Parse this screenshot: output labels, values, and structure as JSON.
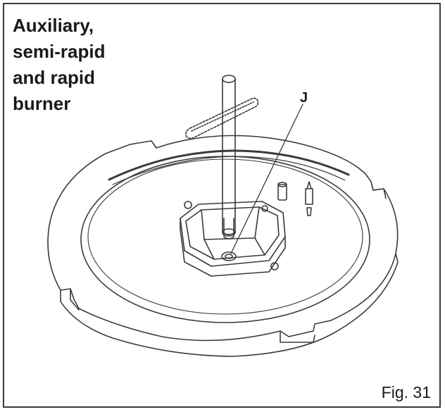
{
  "title_lines": [
    "Auxiliary,",
    "semi-rapid",
    "and rapid",
    "burner"
  ],
  "callout_label": "J",
  "figure_label": "Fig. 31",
  "colors": {
    "line": "#3a3a3a",
    "frame": "#3a3a3a",
    "text": "#1a1a1a",
    "background": "#ffffff"
  }
}
